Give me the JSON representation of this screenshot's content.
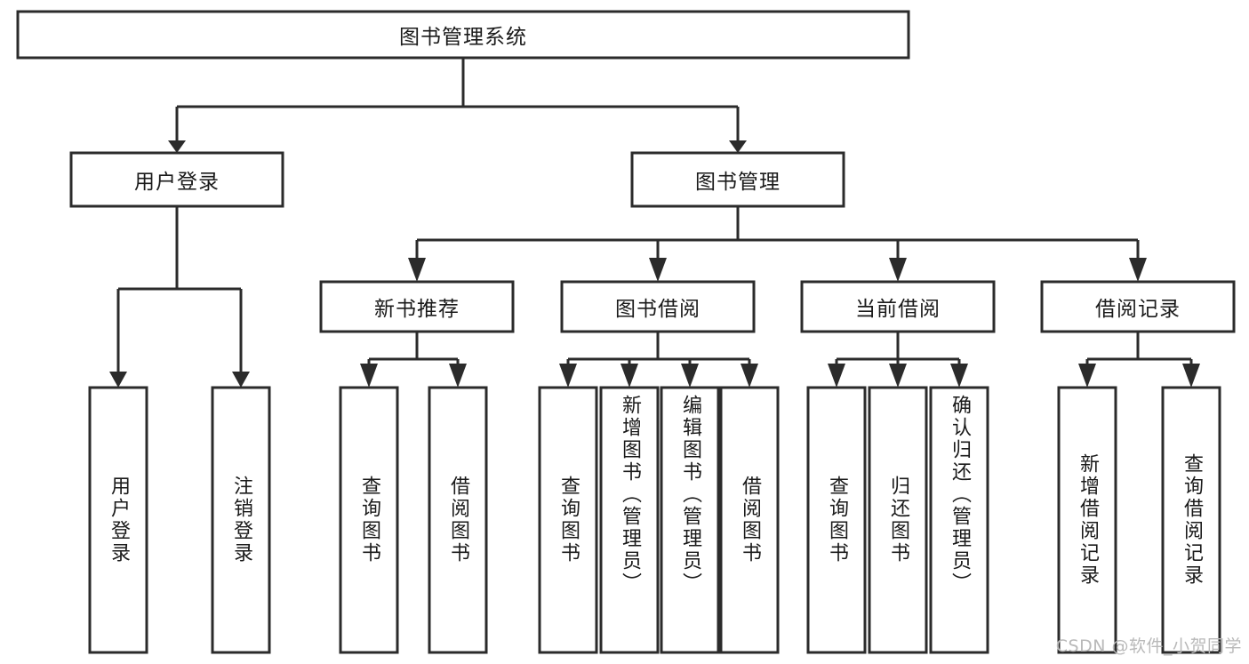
{
  "diagram": {
    "type": "tree-hierarchy-flowchart",
    "title": "图书管理系统",
    "root": {
      "id": "root",
      "label": "图书管理系统",
      "orientation": "horizontal"
    },
    "level2": [
      {
        "id": "user-login",
        "label": "用户登录",
        "orientation": "horizontal"
      },
      {
        "id": "book-manage",
        "label": "图书管理",
        "orientation": "horizontal"
      }
    ],
    "level3": [
      {
        "id": "new-book-recommend",
        "label": "新书推荐",
        "orientation": "horizontal",
        "parent": "book-manage"
      },
      {
        "id": "book-borrow",
        "label": "图书借阅",
        "orientation": "horizontal",
        "parent": "book-manage"
      },
      {
        "id": "current-borrow",
        "label": "当前借阅",
        "orientation": "horizontal",
        "parent": "book-manage"
      },
      {
        "id": "borrow-record",
        "label": "借阅记录",
        "orientation": "horizontal",
        "parent": "book-manage"
      }
    ],
    "leaves": [
      {
        "id": "leaf-user-login",
        "label": "用户登录",
        "orientation": "vertical",
        "parent": "user-login"
      },
      {
        "id": "leaf-user-logout",
        "label": "注销登录",
        "orientation": "vertical",
        "parent": "user-login"
      },
      {
        "id": "leaf-query-book-1",
        "label": "查询图书",
        "orientation": "vertical",
        "parent": "new-book-recommend"
      },
      {
        "id": "leaf-borrow-book-1",
        "label": "借阅图书",
        "orientation": "vertical",
        "parent": "new-book-recommend"
      },
      {
        "id": "leaf-query-book-2",
        "label": "查询图书",
        "orientation": "vertical",
        "parent": "book-borrow"
      },
      {
        "id": "leaf-add-book",
        "label": "新增图书（管理员）",
        "orientation": "vertical",
        "parent": "book-borrow"
      },
      {
        "id": "leaf-edit-book",
        "label": "编辑图书（管理员）",
        "orientation": "vertical",
        "parent": "book-borrow"
      },
      {
        "id": "leaf-borrow-book-2",
        "label": "借阅图书",
        "orientation": "vertical",
        "parent": "book-borrow"
      },
      {
        "id": "leaf-query-book-3",
        "label": "查询图书",
        "orientation": "vertical",
        "parent": "current-borrow"
      },
      {
        "id": "leaf-return-book",
        "label": "归还图书",
        "orientation": "vertical",
        "parent": "current-borrow"
      },
      {
        "id": "leaf-confirm-return",
        "label": "确认归还（管理员）",
        "orientation": "vertical",
        "parent": "current-borrow"
      },
      {
        "id": "leaf-add-record",
        "label": "新增借阅记录",
        "orientation": "vertical",
        "parent": "borrow-record"
      },
      {
        "id": "leaf-query-record",
        "label": "查询借阅记录",
        "orientation": "vertical",
        "parent": "borrow-record"
      }
    ],
    "colors": {
      "stroke": "#2b2b2b",
      "fill": "#ffffff",
      "text": "#1a1a1a",
      "background": "#ffffff",
      "watermark": "#b9b9b9"
    }
  },
  "watermark": {
    "text": "CSDN @软件_小贺同学"
  }
}
